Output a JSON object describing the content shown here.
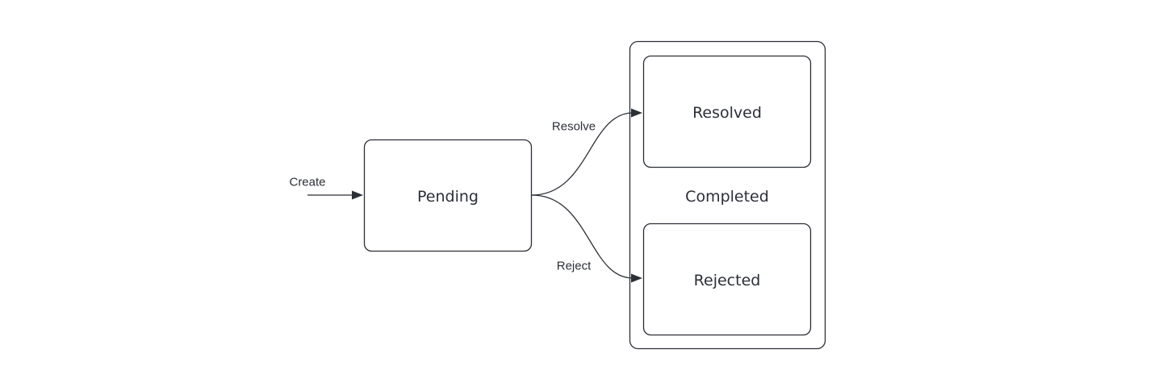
{
  "nodes": {
    "pending": {
      "label": "Pending"
    },
    "completed": {
      "label": "Completed"
    },
    "resolved": {
      "label": "Resolved"
    },
    "rejected": {
      "label": "Rejected"
    }
  },
  "edges": {
    "create": {
      "label": "Create"
    },
    "resolve": {
      "label": "Resolve"
    },
    "reject": {
      "label": "Reject"
    }
  },
  "colors": {
    "stroke": "#2b2f36",
    "background": "#ffffff"
  }
}
